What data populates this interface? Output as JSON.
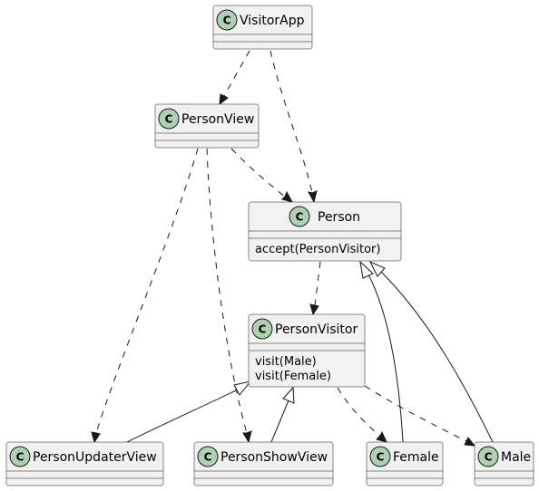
{
  "classes": {
    "visitor_app": {
      "name": "VisitorApp",
      "badge": "C",
      "methods": []
    },
    "person_view": {
      "name": "PersonView",
      "badge": "C",
      "methods": []
    },
    "person": {
      "name": "Person",
      "badge": "C",
      "methods": [
        "accept(PersonVisitor)"
      ]
    },
    "person_visitor": {
      "name": "PersonVisitor",
      "badge": "C",
      "methods": [
        "visit(Male)",
        "visit(Female)"
      ]
    },
    "person_updater_view": {
      "name": "PersonUpdaterView",
      "badge": "C",
      "methods": []
    },
    "person_show_view": {
      "name": "PersonShowView",
      "badge": "C",
      "methods": []
    },
    "female": {
      "name": "Female",
      "badge": "C",
      "methods": []
    },
    "male": {
      "name": "Male",
      "badge": "C",
      "methods": []
    }
  },
  "relations": [
    {
      "from": "VisitorApp",
      "to": "PersonView",
      "kind": "dependency"
    },
    {
      "from": "VisitorApp",
      "to": "Person",
      "kind": "dependency"
    },
    {
      "from": "PersonView",
      "to": "Person",
      "kind": "dependency"
    },
    {
      "from": "PersonView",
      "to": "PersonUpdaterView",
      "kind": "dependency"
    },
    {
      "from": "PersonView",
      "to": "PersonShowView",
      "kind": "dependency"
    },
    {
      "from": "Person",
      "to": "PersonVisitor",
      "kind": "dependency"
    },
    {
      "from": "PersonVisitor",
      "to": "Female",
      "kind": "dependency"
    },
    {
      "from": "PersonVisitor",
      "to": "Male",
      "kind": "dependency"
    },
    {
      "from": "Female",
      "to": "Person",
      "kind": "inheritance"
    },
    {
      "from": "Male",
      "to": "Person",
      "kind": "inheritance"
    },
    {
      "from": "PersonUpdaterView",
      "to": "PersonVisitor",
      "kind": "inheritance"
    },
    {
      "from": "PersonShowView",
      "to": "PersonVisitor",
      "kind": "inheritance"
    }
  ],
  "colors": {
    "box_fill": "#f1f1f1",
    "box_stroke": "#181818",
    "badge_fill": "#add1b2",
    "edge": "#181818"
  }
}
